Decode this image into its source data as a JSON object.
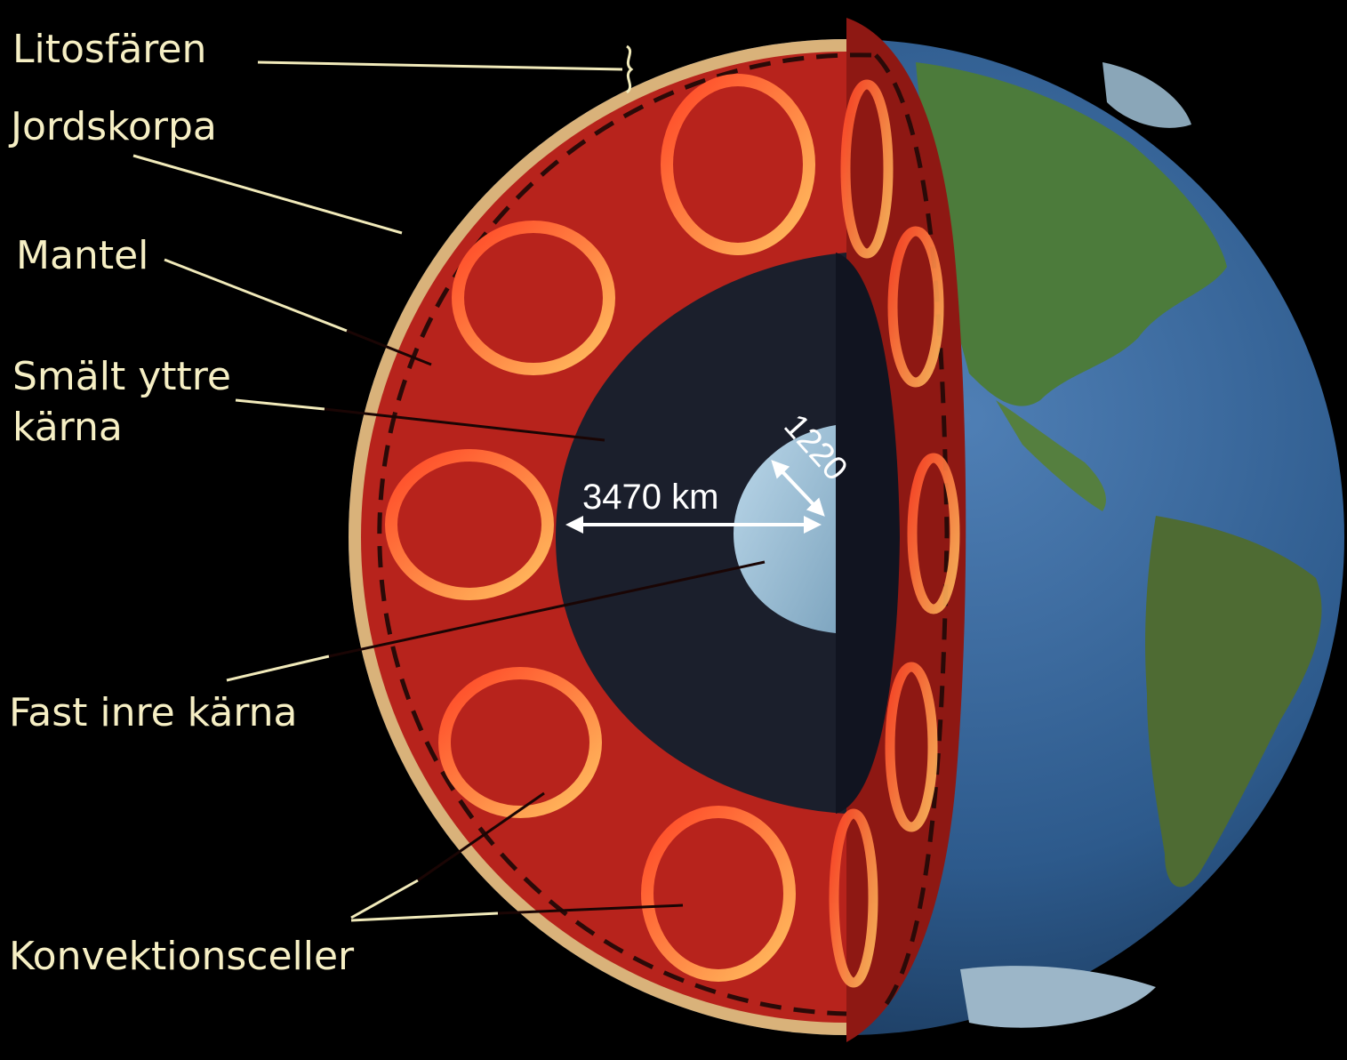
{
  "labels": {
    "lithosphere": "Litosfären",
    "crust": "Jordskorpa",
    "mantle": "Mantel",
    "outer_core_line1": "Smält yttre",
    "outer_core_line2": "kärna",
    "inner_core": "Fast inre kärna",
    "convection_cells": "Konvektionsceller"
  },
  "measurements": {
    "outer_core_radius": "3470 km",
    "inner_core_radius": "1220"
  },
  "colors": {
    "background": "#000000",
    "label_text": "#f6efc4",
    "leader_line": "#f1eaba",
    "crust": "#d9b27a",
    "mantle": "#b7231c",
    "mantle_shadow": "#8e1813",
    "outer_core": "#1b1f2c",
    "inner_core": "#9cc1d8",
    "ocean": "#2d5a8c",
    "land": "#4a7a3a",
    "convection_arrow": "#ff5a2a"
  }
}
